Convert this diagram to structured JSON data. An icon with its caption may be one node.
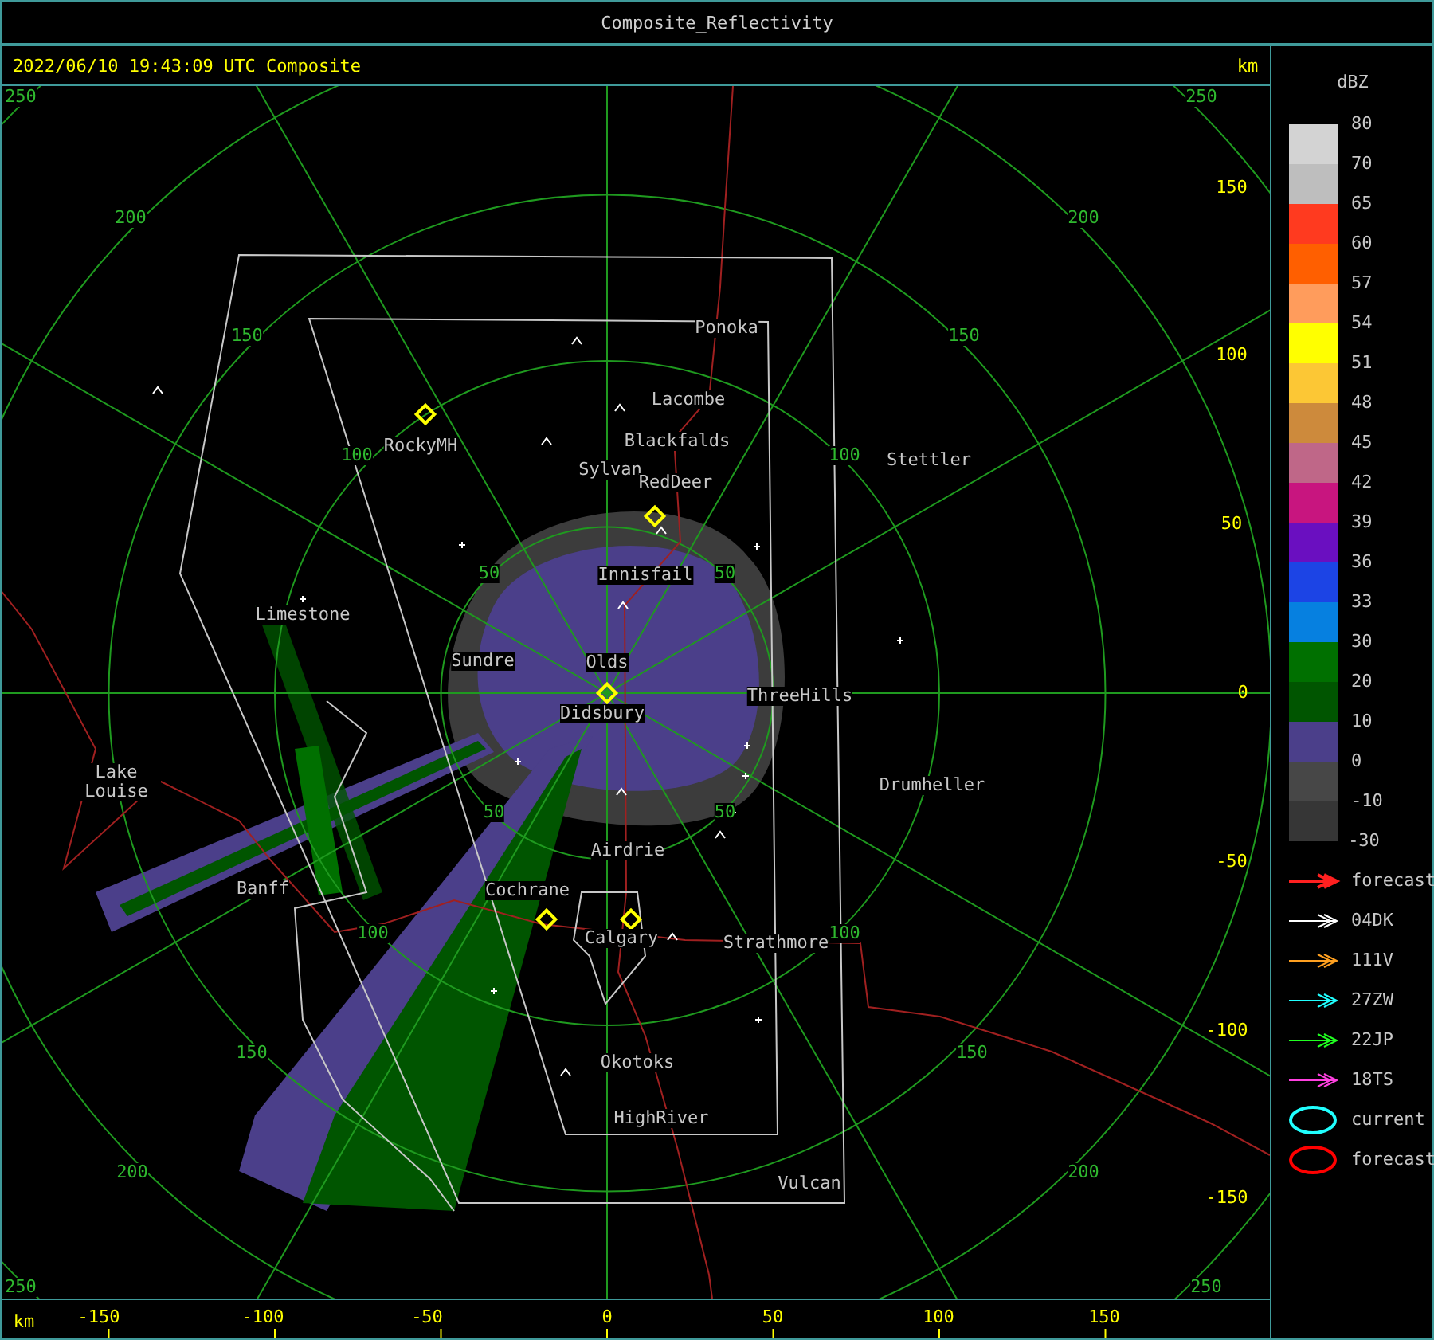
{
  "diagram": {
    "title": "Composite_Reflectivity",
    "labels": [
      "2022/06/10 19:43:09 UTC Composite",
      "km",
      "250",
      "250",
      "150",
      "200",
      "200",
      "Ponoka",
      "150",
      "150",
      "100",
      "Lacombe",
      "100",
      "RockyMH",
      "Blackfalds",
      "100",
      "Stettler",
      "Sylvan",
      "RedDeer",
      "50",
      "50",
      "Innisfail",
      "50",
      "Limestone",
      "Sundre",
      "Olds",
      "ThreeHills",
      "0",
      "Didsbury",
      "Lake Louise",
      "Drumheller",
      "50",
      "50",
      "Airdrie",
      "-50",
      "Banff",
      "Cochrane",
      "100",
      "Calgary",
      "Strathmore",
      "100",
      "-100",
      "150",
      "150",
      "Okotoks",
      "HighRiver",
      "200",
      "200",
      "Vulcan",
      "-150",
      "250",
      "250",
      "km",
      "-150",
      "-100",
      "-50",
      "0",
      "50",
      "100",
      "150",
      "dBZ",
      "-30"
    ],
    "legend": [
      {
        "text": "80",
        "color": "#d3d3d3"
      },
      {
        "text": "70",
        "color": "#bebebe"
      },
      {
        "text": "65",
        "color": "#ff3a1f"
      },
      {
        "text": "60",
        "color": "#ff5f00"
      },
      {
        "text": "57",
        "color": "#ff9c5c"
      },
      {
        "text": "54",
        "color": "#ffff00"
      },
      {
        "text": "51",
        "color": "#fcc735"
      },
      {
        "text": "48",
        "color": "#cd8a3c"
      },
      {
        "text": "45",
        "color": "#bf6788"
      },
      {
        "text": "42",
        "color": "#c8157f"
      },
      {
        "text": "39",
        "color": "#6a0fc0"
      },
      {
        "text": "36",
        "color": "#1c44e5"
      },
      {
        "text": "33",
        "color": "#0680e0"
      },
      {
        "text": "30",
        "color": "#007000"
      },
      {
        "text": "20",
        "color": "#005500"
      },
      {
        "text": "10",
        "color": "#4b3f8a"
      },
      {
        "text": "0",
        "color": "#474747"
      },
      {
        "text": "-10",
        "color": "#363636"
      },
      {
        "text": "forecast"
      },
      {
        "text": "04DK"
      },
      {
        "text": "111V"
      },
      {
        "text": "27ZW"
      },
      {
        "text": "22JP"
      },
      {
        "text": "18TS"
      },
      {
        "text": "current"
      },
      {
        "text": "forecast"
      }
    ]
  }
}
